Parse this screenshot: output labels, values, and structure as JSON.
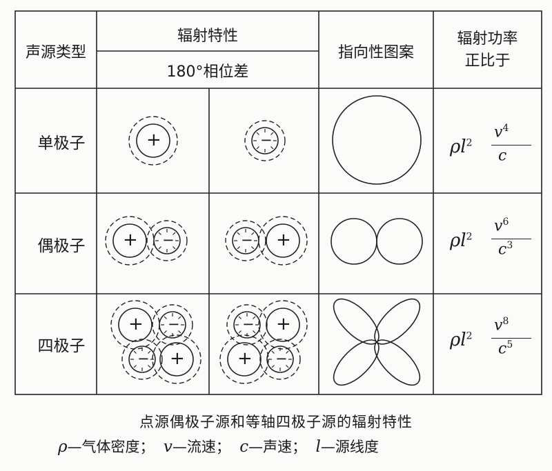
{
  "table": {
    "header": {
      "col_type": "声源类型",
      "col_radiation": "辐射特性",
      "col_radiation_sub": "180°相位差",
      "col_pattern": "指向性图案",
      "col_power_line1": "辐射功率",
      "col_power_line2": "正比于"
    },
    "rows": [
      {
        "label": "单极子",
        "formula_lhs": "ρl",
        "formula_lhs_exp": "2",
        "formula_num": "v",
        "formula_num_exp": "4",
        "formula_den": "c",
        "formula_den_exp": ""
      },
      {
        "label": "偶极子",
        "formula_lhs": "ρl",
        "formula_lhs_exp": "2",
        "formula_num": "v",
        "formula_num_exp": "6",
        "formula_den": "c",
        "formula_den_exp": "3"
      },
      {
        "label": "四极子",
        "formula_lhs": "ρl",
        "formula_lhs_exp": "2",
        "formula_num": "v",
        "formula_num_exp": "8",
        "formula_den": "c",
        "formula_den_exp": "5"
      }
    ],
    "signs": {
      "plus": "+",
      "minus": "−"
    }
  },
  "caption": "点源偶极子源和等轴四极子源的辐射特性",
  "legend": [
    {
      "sym": "ρ",
      "desc": "—气体密度；"
    },
    {
      "sym": "v",
      "desc": "—流速；"
    },
    {
      "sym": "c",
      "desc": "—声速；"
    },
    {
      "sym": "l",
      "desc": "—源线度"
    }
  ]
}
